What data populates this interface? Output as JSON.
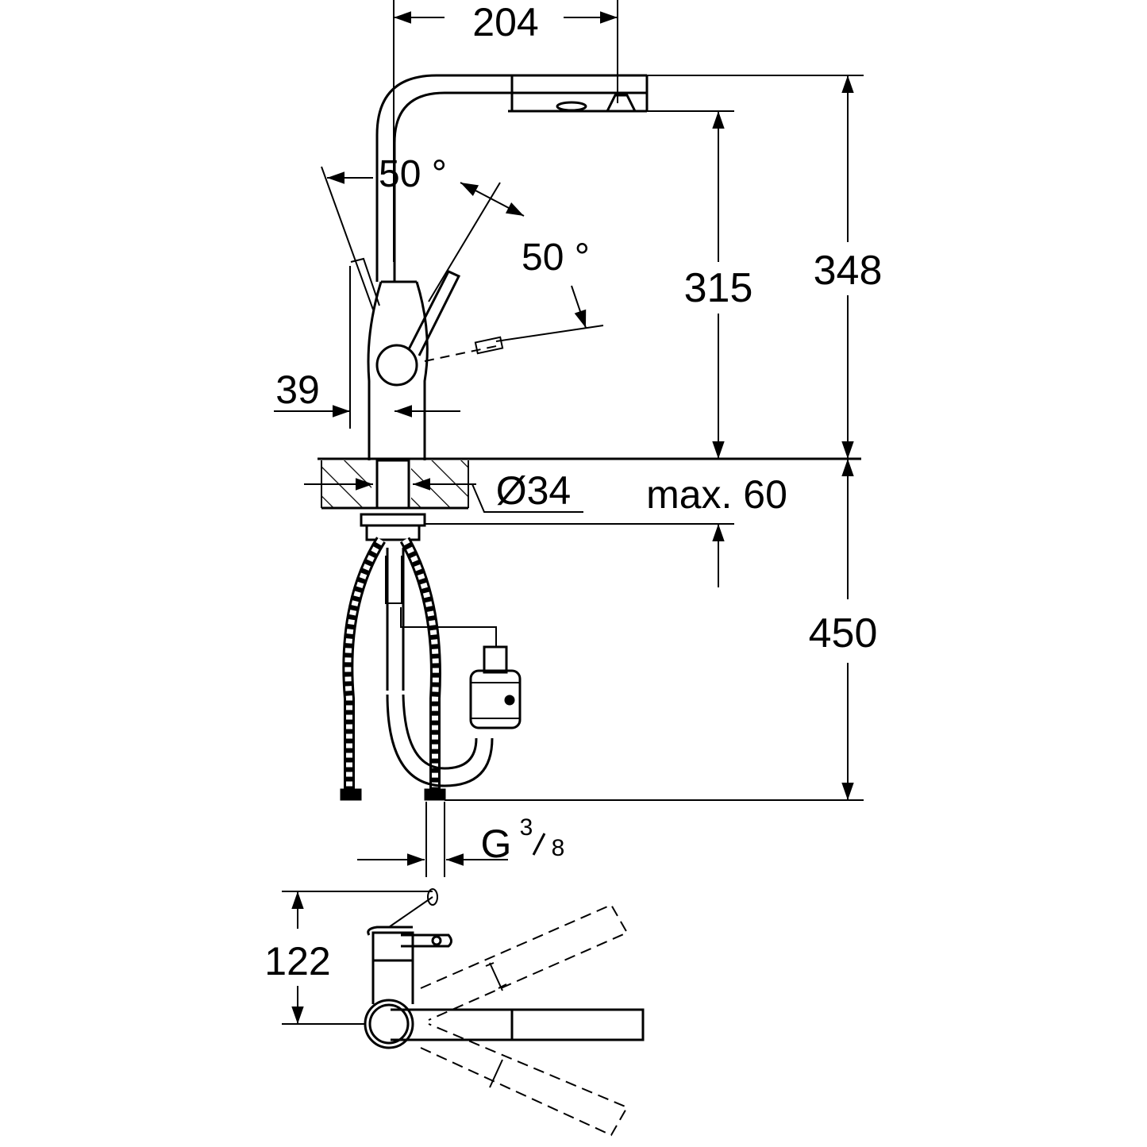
{
  "dimensions": {
    "spout_reach": "204",
    "angle_left": "50 °",
    "angle_right": "50 °",
    "spout_clearance": "315",
    "total_height": "348",
    "body_offset": "39",
    "hole_diameter": "Ø34",
    "max_thickness": "max. 60",
    "hose_length": "450",
    "connection_thread_letter": "G",
    "connection_thread_num": "3",
    "connection_thread_den": "8",
    "top_view_depth": "122"
  },
  "colors": {
    "line": "#000000",
    "background": "#ffffff",
    "hatch": "#000000"
  }
}
